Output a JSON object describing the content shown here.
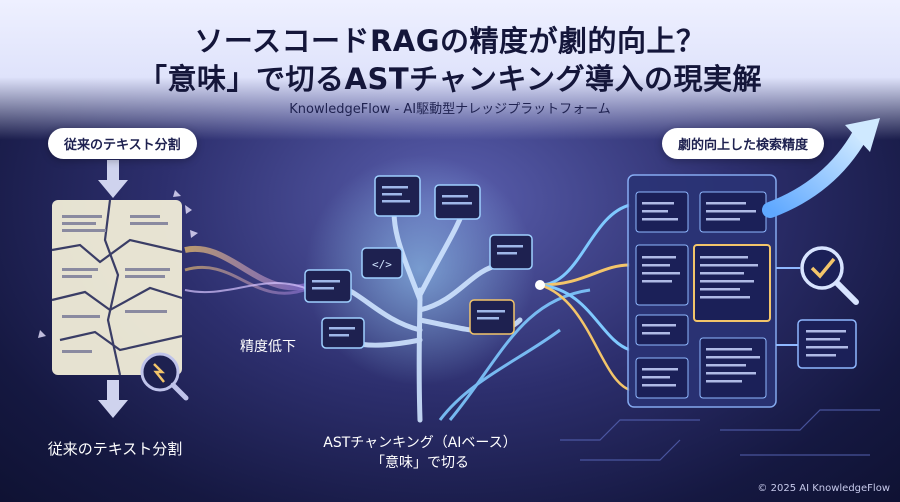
{
  "header": {
    "title_line1": "ソースコードRAGの精度が劇的向上？",
    "title_line2": "「意味」で切るASTチャンキング導入の現実解",
    "subtitle": "KnowledgeFlow - AI駆動型ナレッジプラットフォーム"
  },
  "left_panel": {
    "pill_label": "従来のテキスト分割",
    "bottom_label": "従来のテキスト分割",
    "flow_label": "精度低下"
  },
  "center_panel": {
    "label_line1": "ASTチャンキング（AIベース）",
    "label_line2": "「意味」で切る"
  },
  "right_panel": {
    "pill_label": "劇的向上した検索精度"
  },
  "footer": {
    "copyright": "© 2025 AI KnowledgeFlow"
  },
  "colors": {
    "accent_blue": "#7fc9ff",
    "accent_gold": "#f3c56a",
    "accent_purple": "#b48cff"
  },
  "icons": [
    "arrow-down-icon",
    "broken-document-icon",
    "magnifier-error-icon",
    "code-tree-icon",
    "code-window-icon",
    "growth-arrow-icon",
    "magnifier-check-icon"
  ]
}
